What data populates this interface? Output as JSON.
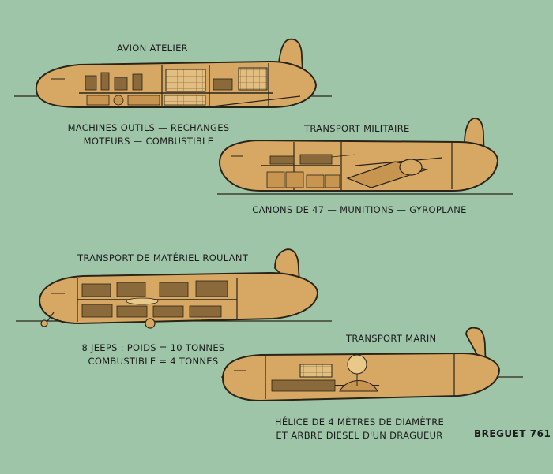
{
  "sections": [
    {
      "id": "workshop",
      "title": "AVION ATELIER",
      "caption_lines": [
        "MACHINES OUTILS — RECHANGES",
        "MOTEURS — COMBUSTIBLE"
      ]
    },
    {
      "id": "military",
      "title": "TRANSPORT MILITAIRE",
      "caption_lines": [
        "CANONS DE 47 — MUNITIONS — GYROPLANE"
      ]
    },
    {
      "id": "vehicles",
      "title": "TRANSPORT DE MATÉRIEL ROULANT",
      "caption_lines": [
        "8 JEEPS : POIDS = 10 TONNES",
        "COMBUSTIBLE = 4 TONNES"
      ]
    },
    {
      "id": "naval",
      "title": "TRANSPORT MARIN",
      "caption_lines": [
        "HÉLICE DE 4 MÈTRES DE DIAMÈTRE",
        "ET ARBRE DIESEL D'UN DRAGUEUR"
      ]
    }
  ],
  "signature": "BREGUET 761",
  "colors": {
    "background": "#9fc5a9",
    "fuselage": "#d7a864",
    "outline": "#2a2418",
    "cargo": "#c89550",
    "window_grid": "#e8c98a"
  }
}
